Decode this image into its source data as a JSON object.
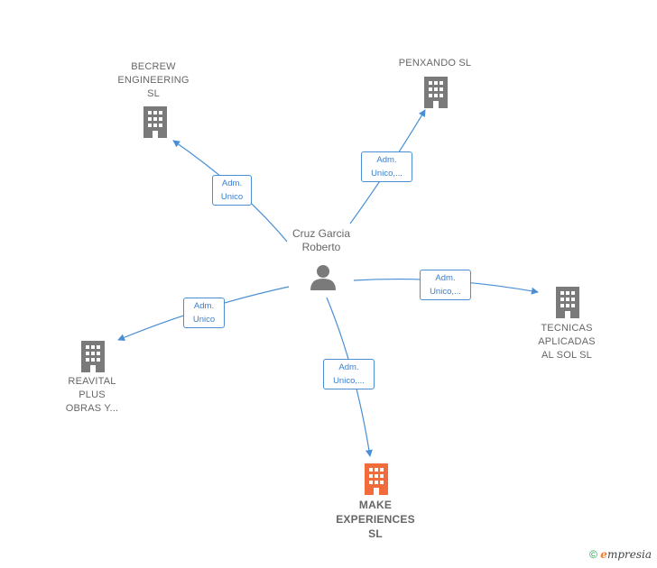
{
  "person": {
    "name_line1": "Cruz Garcia",
    "name_line2": "Roberto"
  },
  "companies": {
    "becrew": [
      "BECREW",
      "ENGINEERING",
      "SL"
    ],
    "penxando": [
      "PENXANDO SL"
    ],
    "tecnicas": [
      "TECNICAS",
      "APLICADAS",
      "AL SOL  SL"
    ],
    "reavital": [
      "REAVITAL",
      "PLUS",
      "OBRAS Y..."
    ],
    "make": [
      "MAKE",
      "EXPERIENCES",
      "SL"
    ]
  },
  "edges": {
    "becrew": [
      "Adm.",
      "Unico"
    ],
    "penxando": [
      "Adm.",
      "Unico,..."
    ],
    "tecnicas": [
      "Adm.",
      "Unico,..."
    ],
    "reavital": [
      "Adm.",
      "Unico"
    ],
    "make": [
      "Adm.",
      "Unico,..."
    ]
  },
  "footer": {
    "copyright": "©",
    "brand_initial": "e",
    "brand_rest": "mpresia"
  },
  "colors": {
    "edge": "#4a8fd6",
    "building": "#7a7a7a",
    "building_main": "#f26b3a"
  }
}
